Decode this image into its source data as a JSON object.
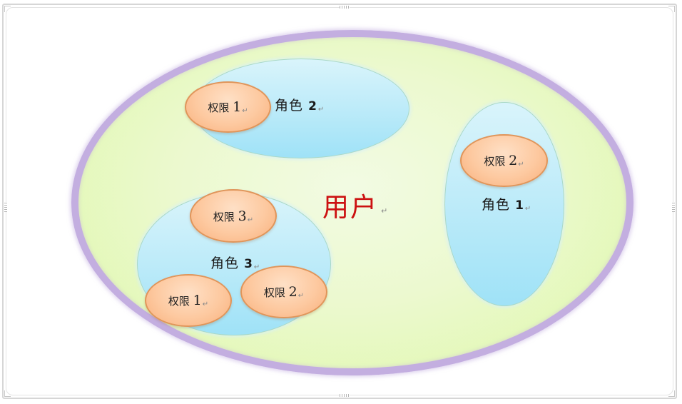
{
  "canvas": {
    "frame_color": "#d6d6d6",
    "handle_glyph": "resize-dots"
  },
  "diagram": {
    "title": "用户",
    "user": {
      "label": "用户",
      "paragraph_mark": "↵",
      "fill_color": "#ddf8a8",
      "border_color": "#c3aee0",
      "text_color": "#cc1111"
    },
    "roles": [
      {
        "id": "role-2",
        "label_text": "角色",
        "label_num": "2",
        "paragraph_mark": "↵",
        "fill_color": "#bdebf9",
        "permissions": [
          {
            "label_text": "权限",
            "label_num": "1",
            "paragraph_mark": "↵"
          }
        ]
      },
      {
        "id": "role-1",
        "label_text": "角色",
        "label_num": "1",
        "paragraph_mark": "↵",
        "fill_color": "#bdebf9",
        "permissions": [
          {
            "label_text": "权限",
            "label_num": "2",
            "paragraph_mark": "↵"
          }
        ]
      },
      {
        "id": "role-3",
        "label_text": "角色",
        "label_num": "3",
        "paragraph_mark": "↵",
        "fill_color": "#bdebf9",
        "permissions": [
          {
            "label_text": "权限",
            "label_num": "3",
            "paragraph_mark": "↵"
          },
          {
            "label_text": "权限",
            "label_num": "1",
            "paragraph_mark": "↵"
          },
          {
            "label_text": "权限",
            "label_num": "2",
            "paragraph_mark": "↵"
          }
        ]
      }
    ],
    "permission_fill_color": "#fdc9a0",
    "permission_border_color": "#e0955a"
  }
}
